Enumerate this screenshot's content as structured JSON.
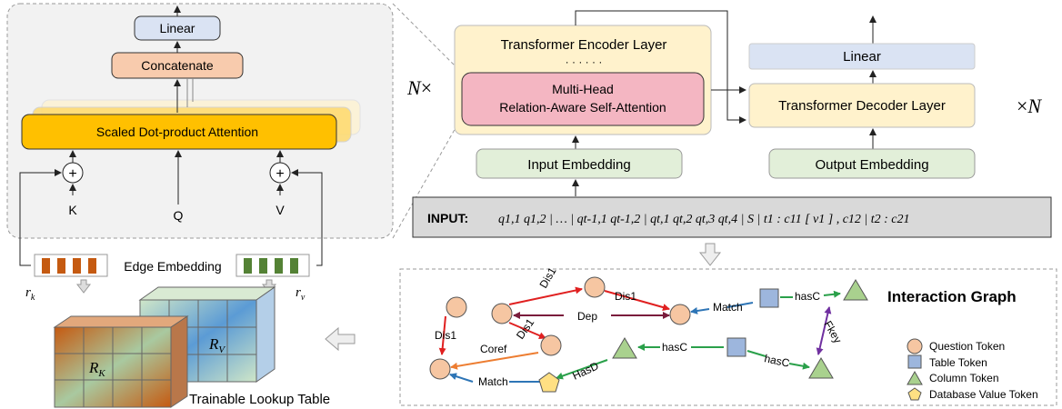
{
  "attention_block": {
    "linear": "Linear",
    "concatenate": "Concatenate",
    "attention": "Scaled Dot-product Attention",
    "plus_symbol": "+",
    "k": "K",
    "q": "Q",
    "v": "V"
  },
  "edge_embedding": {
    "label": "Edge Embedding",
    "r_k": "r",
    "r_k_sub": "k",
    "r_v": "r",
    "r_v_sub": "v"
  },
  "lookup_table": {
    "label": "Trainable Lookup Table",
    "rk": "R",
    "rk_sub": "K",
    "rv": "R",
    "rv_sub": "V"
  },
  "transformer": {
    "n_left": "N",
    "times_left": "×",
    "times_right": "×",
    "n_right": "N",
    "encoder_title": "Transformer Encoder Layer",
    "encoder_dots": "· · · · · ·",
    "mhra_line1": "Multi-Head",
    "mhra_line2": "Relation-Aware Self-Attention",
    "input_embedding": "Input Embedding",
    "decoder_linear": "Linear",
    "decoder_layer": "Transformer Decoder Layer",
    "output_embedding": "Output Embedding"
  },
  "input_bar": {
    "label": "INPUT:",
    "sequence": "q1,1  q1,2 | … | qt-1,1  qt-1,2 | qt,1  qt,2  qt,3  qt,4 | S | t1 : c11 [ v1 ] , c12 | t2 : c21"
  },
  "interaction_graph": {
    "title": "Interaction Graph",
    "edges": {
      "dis1_a": "Dis1",
      "dis1_b": "Dis1",
      "dis1_c": "Dis1",
      "dis1_d": "Dis1",
      "dep": "Dep",
      "coref": "Coref",
      "match_top": "Match",
      "match_bottom": "Match",
      "hasc_top": "hasC",
      "hasc_mid": "hasC",
      "hasc_right": "hasC",
      "hasd": "HasD",
      "fkey": "Fkey"
    },
    "legend": [
      {
        "label": "Question Token",
        "icon": "circle"
      },
      {
        "label": "Table Token",
        "icon": "square"
      },
      {
        "label": "Column Token",
        "icon": "triangle"
      },
      {
        "label": "Database Value Token",
        "icon": "pentagon"
      }
    ],
    "colors": {
      "question": "#f6c6a2",
      "table": "#9db6dd",
      "column": "#a9d18e",
      "value": "#ffe083",
      "red": "#e02020",
      "maroon": "#7a1c3c",
      "blue": "#2e75b6",
      "green": "#2aa04a",
      "orange": "#ed7d31",
      "purple": "#7030a0"
    }
  }
}
